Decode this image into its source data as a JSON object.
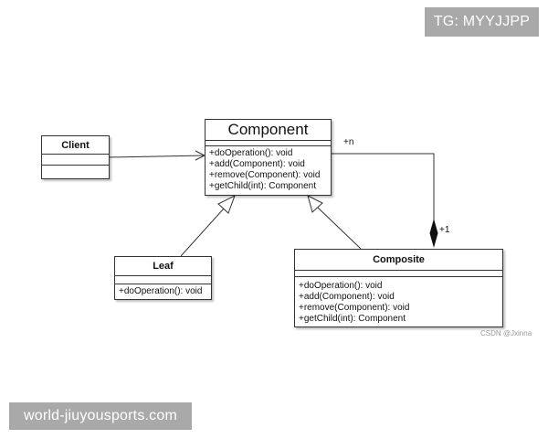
{
  "watermark_top": "TG: MYYJJPP",
  "watermark_bottom": "world-jiuyousports.com",
  "credit": "CSDN @Jxinna",
  "diagram": {
    "component": {
      "title": "Component",
      "operations": [
        "+doOperation(): void",
        "+add(Component): void",
        "+remove(Component): void",
        "+getChild(int): Component"
      ]
    },
    "client": {
      "title": "Client"
    },
    "leaf": {
      "title": "Leaf",
      "operations": [
        "+doOperation(): void"
      ]
    },
    "composite": {
      "title": "Composite",
      "operations": [
        "+doOperation(): void",
        "+add(Component): void",
        "+remove(Component): void",
        "+getChild(int): Component"
      ]
    },
    "multiplicity_many": "+n",
    "multiplicity_one": "+1"
  }
}
